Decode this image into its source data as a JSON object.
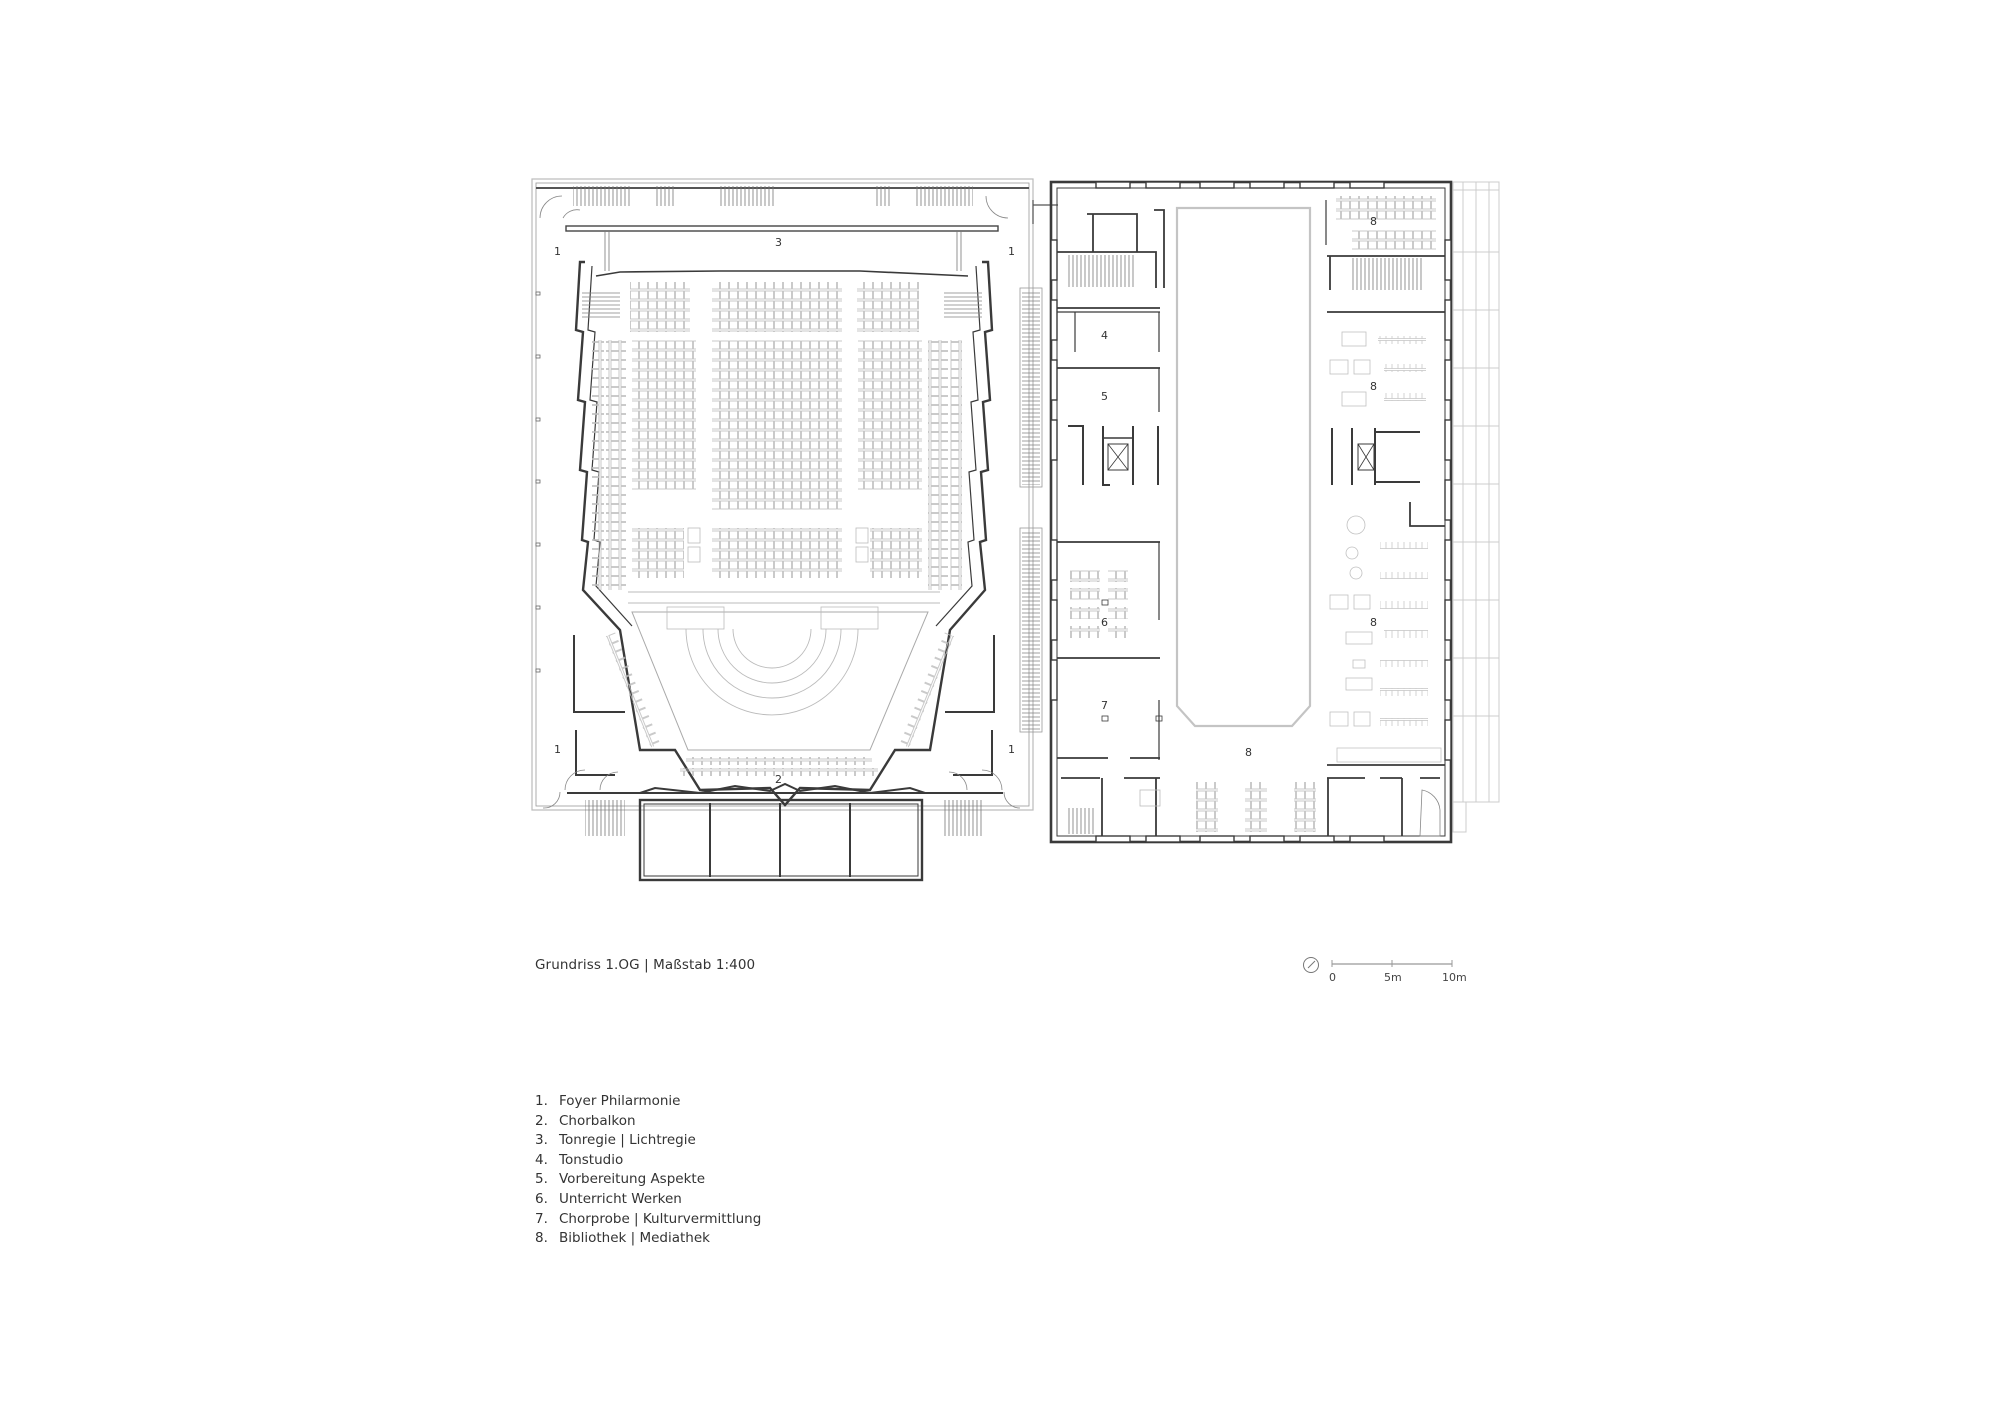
{
  "drawing": {
    "title": "Grundriss 1.OG | Maßstab 1:400",
    "scale_bar": {
      "icon": "north-arrow-icon",
      "ticks": [
        "0",
        "5m",
        "10m"
      ]
    },
    "room_labels": {
      "foyer_nw": "1",
      "foyer_ne": "1",
      "foyer_sw": "1",
      "foyer_se": "1",
      "tonregie": "3",
      "chorbalkon": "2",
      "tonstudio": "4",
      "vorbereitung": "5",
      "unterricht": "6",
      "chorprobe": "7",
      "bibliothek_ne": "8",
      "bibliothek_e1": "8",
      "bibliothek_e2": "8",
      "bibliothek_s": "8"
    },
    "legend": [
      {
        "num": "1.",
        "label": "Foyer Philarmonie"
      },
      {
        "num": "2.",
        "label": "Chorbalkon"
      },
      {
        "num": "3.",
        "label": "Tonregie | Lichtregie"
      },
      {
        "num": "4.",
        "label": "Tonstudio"
      },
      {
        "num": "5.",
        "label": "Vorbereitung Aspekte"
      },
      {
        "num": "6.",
        "label": "Unterricht Werken"
      },
      {
        "num": "7.",
        "label": "Chorprobe | Kulturvermittlung"
      },
      {
        "num": "8.",
        "label": "Bibliothek | Mediathek"
      }
    ],
    "colors": {
      "wall": "#3a3a3a",
      "furniture": "#b8b8b8",
      "outline": "#c4c4c4"
    }
  }
}
